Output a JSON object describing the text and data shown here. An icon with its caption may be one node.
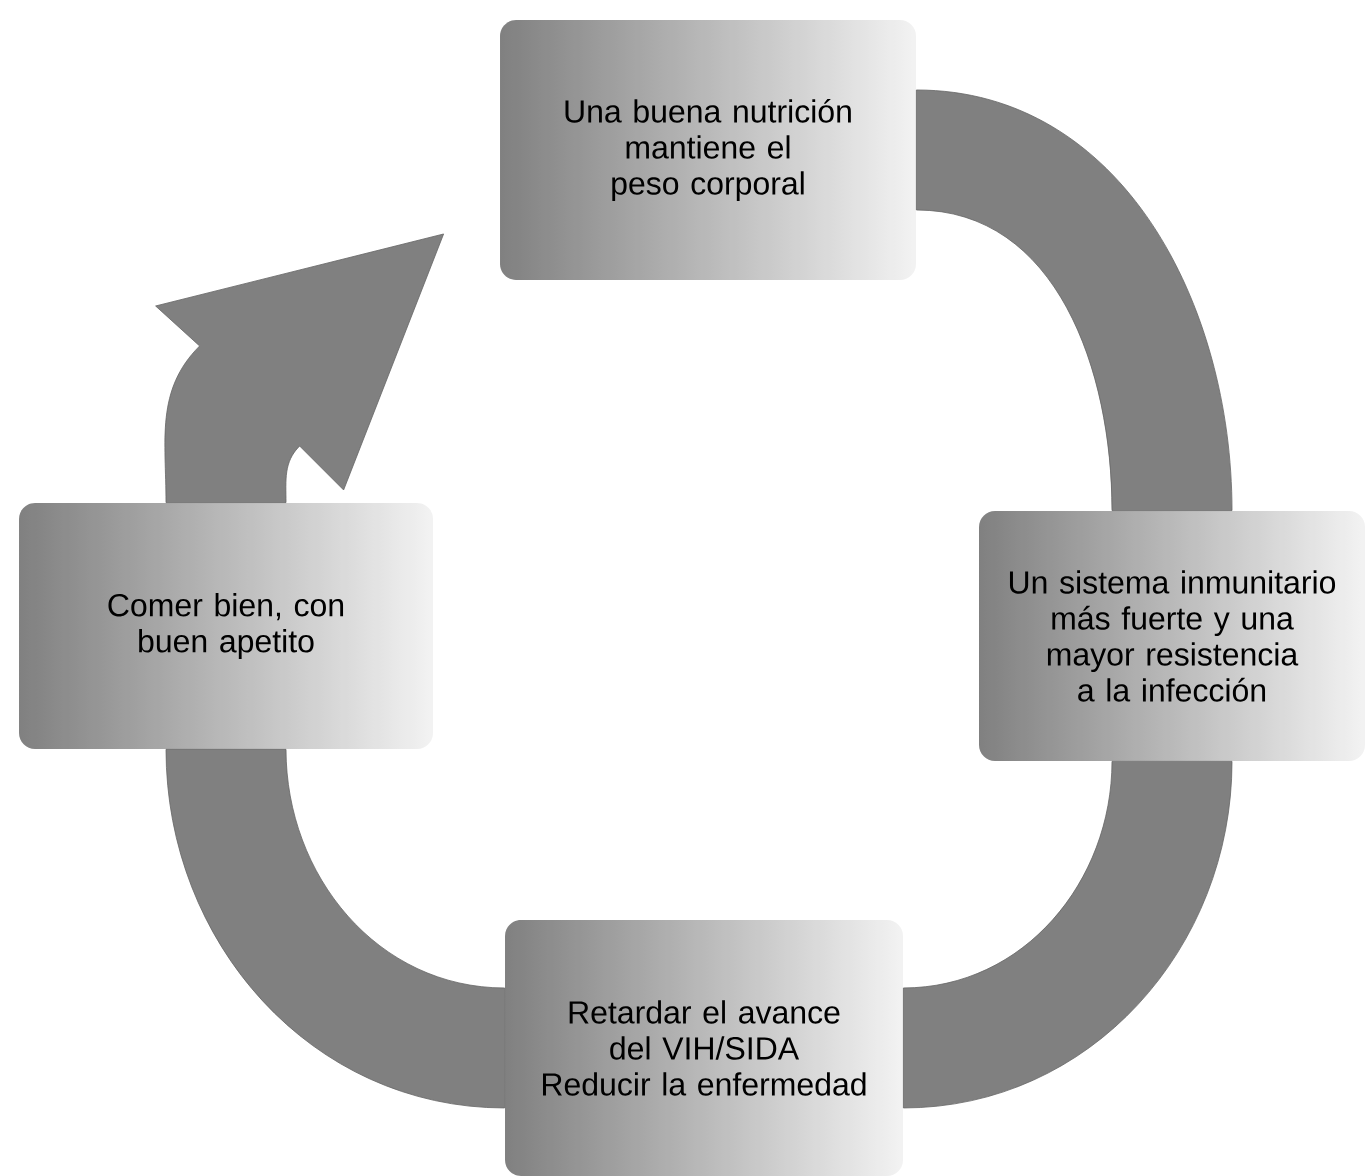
{
  "diagram": {
    "nodes": [
      {
        "text": [
          "Una buena nutrición mantiene el peso corporal"
        ]
      },
      {
        "text": [
          "Un sistema inmunitario más fuerte y una mayor resistencia a la infección"
        ]
      },
      {
        "text": [
          "Retardar el avance del VIH/SIDA",
          "Reducir la enfermedad"
        ]
      },
      {
        "text": [
          "Comer bien, con buen apetito"
        ]
      }
    ],
    "edges": [
      {
        "from": 0,
        "to": 1,
        "arrow": "none"
      },
      {
        "from": 1,
        "to": 2,
        "arrow": "none"
      },
      {
        "from": 2,
        "to": 3,
        "arrow": "none"
      },
      {
        "from": 3,
        "to": 0,
        "arrow": "to"
      }
    ]
  }
}
